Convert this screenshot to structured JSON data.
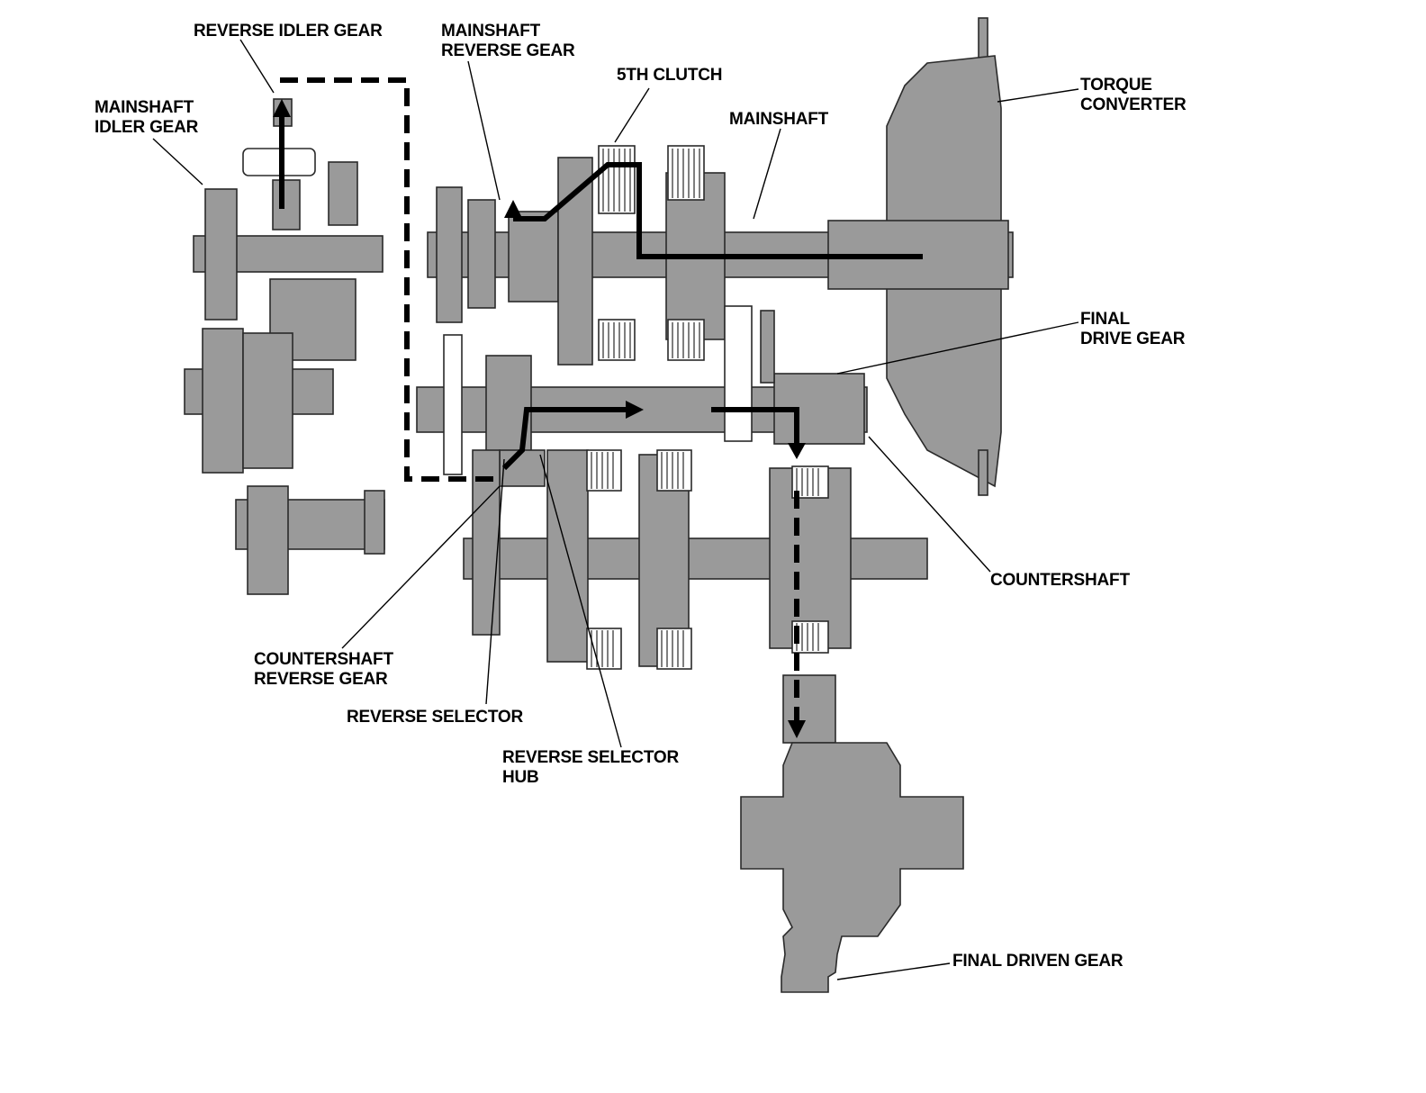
{
  "labels": {
    "reverse_idler_gear": "REVERSE IDLER GEAR",
    "mainshaft_reverse_gear_l1": "MAINSHAFT",
    "mainshaft_reverse_gear_l2": "REVERSE GEAR",
    "fifth_clutch": "5TH CLUTCH",
    "torque_converter_l1": "TORQUE",
    "torque_converter_l2": "CONVERTER",
    "mainshaft_idler_gear_l1": "MAINSHAFT",
    "mainshaft_idler_gear_l2": "IDLER GEAR",
    "mainshaft": "MAINSHAFT",
    "final_drive_gear_l1": "FINAL",
    "final_drive_gear_l2": "DRIVE GEAR",
    "countershaft": "COUNTERSHAFT",
    "countershaft_reverse_gear_l1": "COUNTERSHAFT",
    "countershaft_reverse_gear_l2": "REVERSE GEAR",
    "reverse_selector": "REVERSE SELECTOR",
    "reverse_selector_hub_l1": "REVERSE SELECTOR",
    "reverse_selector_hub_l2": "HUB",
    "final_driven_gear": "FINAL DRIVEN GEAR"
  },
  "colors": {
    "part_fill": "#9a9a9a",
    "outline": "#2a2a2a",
    "flow_line": "#000000",
    "background": "#ffffff"
  }
}
